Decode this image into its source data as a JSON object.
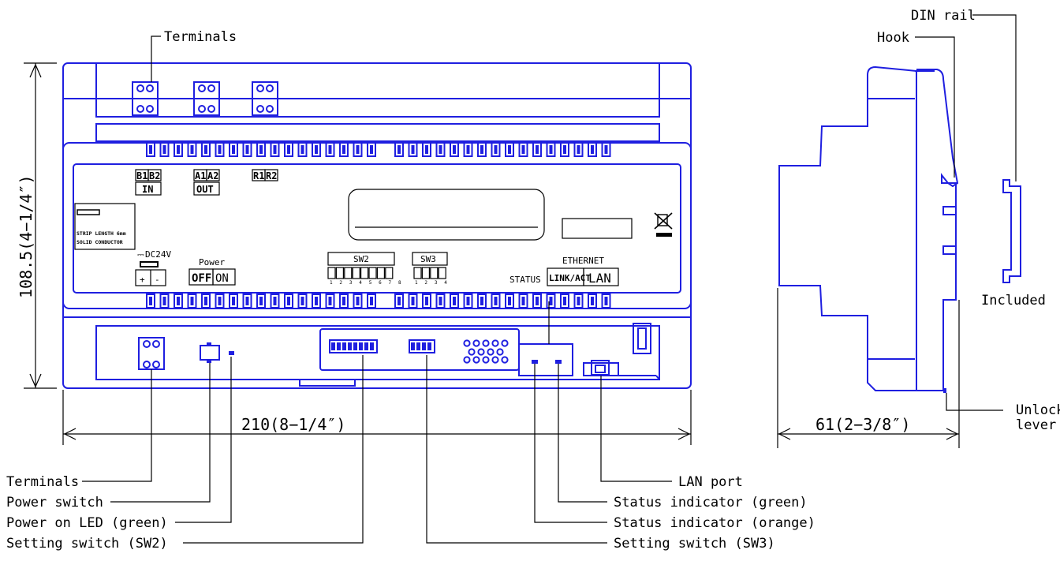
{
  "front_view": {
    "terminal_groups": [
      {
        "left": "B1",
        "right": "B2",
        "sub": "IN"
      },
      {
        "left": "A1",
        "right": "A2",
        "sub": "OUT"
      },
      {
        "left": "R1",
        "right": "R2",
        "sub": ""
      }
    ],
    "strip_label_line1": "STRIP LENGTH 6mm",
    "strip_label_line2": "SOLID CONDUCTOR",
    "dc_label": "DC24V",
    "plus": "+",
    "minus": "-",
    "power_label": "Power",
    "power_off": "OFF",
    "power_on": "ON",
    "sw2_label": "SW2",
    "sw2_numbers": "1 2 3 4 5 6 7 8",
    "sw3_label": "SW3",
    "sw3_numbers": "1 2 3 4",
    "status_label": "STATUS",
    "ethernet_label": "ETHERNET",
    "link_act_label": "LINK/ACT",
    "lan_label": "LAN"
  },
  "dimensions": {
    "width": "210(8−1/4″)",
    "height": "108.5(4−1/4″)",
    "depth": "61(2−3/8″)"
  },
  "callouts": {
    "top_terminals": "Terminals",
    "din_rail": "DIN rail",
    "hook": "Hook",
    "included": "Included",
    "unlock_lever": "Unlock lever",
    "unlock_line1": "Unlock",
    "unlock_line2": "lever",
    "bottom_left": [
      "Terminals",
      "Power switch",
      "Power on LED (green)",
      "Setting switch (SW2)"
    ],
    "bottom_right": [
      "LAN port",
      "Status indicator (green)",
      "Status indicator (orange)",
      "Setting switch (SW3)"
    ]
  },
  "colors": {
    "device_outline": "#1f1fe0",
    "leader_lines": "#000000"
  }
}
